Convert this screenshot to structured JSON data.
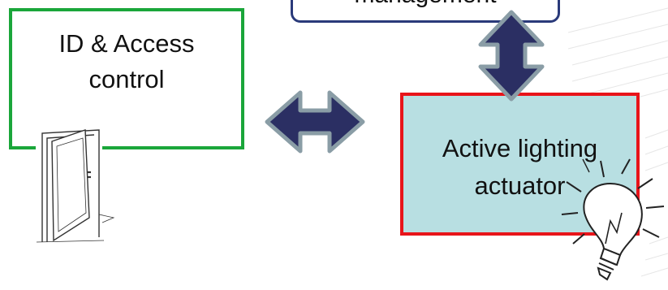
{
  "diagram": {
    "id_access_box": {
      "label_line1": "ID & Access",
      "label_line2": "control",
      "border_color": "#1aa63a"
    },
    "management_box": {
      "label": "management",
      "border_color": "#2a3a7a"
    },
    "lighting_box": {
      "label_line1": "Active lighting",
      "label_line2": "actuator",
      "border_color": "#e8141a",
      "fill_color": "#b8dfe2"
    },
    "arrows": {
      "fill_color": "#2b2f63",
      "outline_color": "#8a9da6"
    },
    "icons": [
      "door-icon",
      "light-bulb-icon"
    ]
  }
}
